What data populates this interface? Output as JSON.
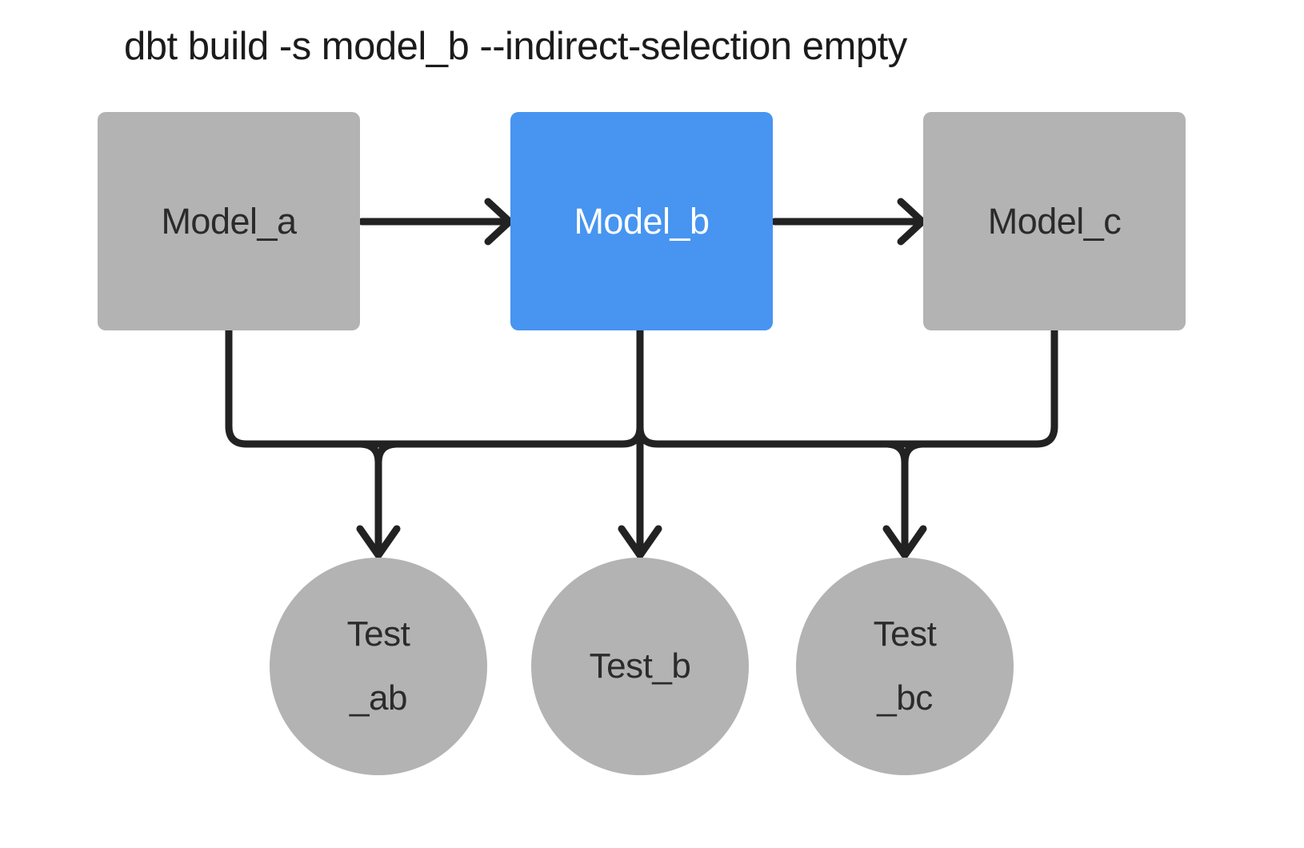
{
  "title": "dbt build -s model_b --indirect-selection empty",
  "colors": {
    "background": "#ffffff",
    "node_gray": "#b3b3b3",
    "node_selected_blue": "#4795f0",
    "edge_black": "#222222",
    "label_dark": "#2b2b2b",
    "label_light": "#ffffff",
    "title_text": "#1b1b1b"
  },
  "diagram": {
    "models": [
      {
        "id": "model_a",
        "label": "Model_a",
        "selected": false
      },
      {
        "id": "model_b",
        "label": "Model_b",
        "selected": true
      },
      {
        "id": "model_c",
        "label": "Model_c",
        "selected": false
      }
    ],
    "tests": [
      {
        "id": "test_ab",
        "label_lines": [
          "Test",
          "_ab"
        ]
      },
      {
        "id": "test_b",
        "label_lines": [
          "Test_b"
        ]
      },
      {
        "id": "test_bc",
        "label_lines": [
          "Test",
          "_bc"
        ]
      }
    ],
    "edges": [
      {
        "from": "model_a",
        "to": "model_b",
        "type": "model-to-model"
      },
      {
        "from": "model_b",
        "to": "model_c",
        "type": "model-to-model"
      },
      {
        "from": "model_a + model_b",
        "to": "test_ab",
        "type": "models-to-test"
      },
      {
        "from": "model_b",
        "to": "test_b",
        "type": "model-to-test"
      },
      {
        "from": "model_b + model_c",
        "to": "test_bc",
        "type": "models-to-test"
      }
    ]
  }
}
